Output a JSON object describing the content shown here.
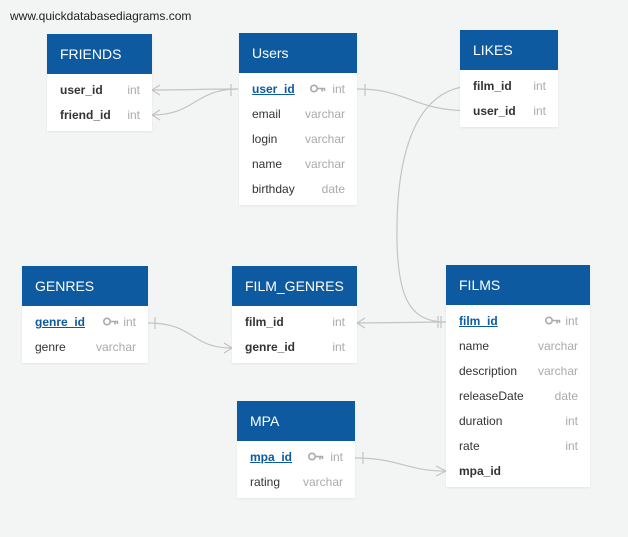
{
  "watermark": "www.quickdatabasediagrams.com",
  "colors": {
    "header": "#0e5aa0",
    "link": "#c4c4c4"
  },
  "tables": {
    "friends": {
      "title": "FRIENDS",
      "fields": [
        {
          "name": "user_id",
          "type": "int"
        },
        {
          "name": "friend_id",
          "type": "int"
        }
      ]
    },
    "users": {
      "title": "Users",
      "fields": [
        {
          "name": "user_id",
          "type": "int"
        },
        {
          "name": "email",
          "type": "varchar"
        },
        {
          "name": "login",
          "type": "varchar"
        },
        {
          "name": "name",
          "type": "varchar"
        },
        {
          "name": "birthday",
          "type": "date"
        }
      ]
    },
    "likes": {
      "title": "LIKES",
      "fields": [
        {
          "name": "film_id",
          "type": "int"
        },
        {
          "name": "user_id",
          "type": "int"
        }
      ]
    },
    "genres": {
      "title": "GENRES",
      "fields": [
        {
          "name": "genre_id",
          "type": "int"
        },
        {
          "name": "genre",
          "type": "varchar"
        }
      ]
    },
    "film_genres": {
      "title": "FILM_GENRES",
      "fields": [
        {
          "name": "film_id",
          "type": "int"
        },
        {
          "name": "genre_id",
          "type": "int"
        }
      ]
    },
    "films": {
      "title": "FILMS",
      "fields": [
        {
          "name": "film_id",
          "type": "int"
        },
        {
          "name": "name",
          "type": "varchar"
        },
        {
          "name": "description",
          "type": "varchar"
        },
        {
          "name": "releaseDate",
          "type": "date"
        },
        {
          "name": "duration",
          "type": "int"
        },
        {
          "name": "rate",
          "type": "int"
        },
        {
          "name": "mpa_id",
          "type": ""
        }
      ]
    },
    "mpa": {
      "title": "MPA",
      "fields": [
        {
          "name": "mpa_id",
          "type": "int"
        },
        {
          "name": "rating",
          "type": "varchar"
        }
      ]
    }
  }
}
